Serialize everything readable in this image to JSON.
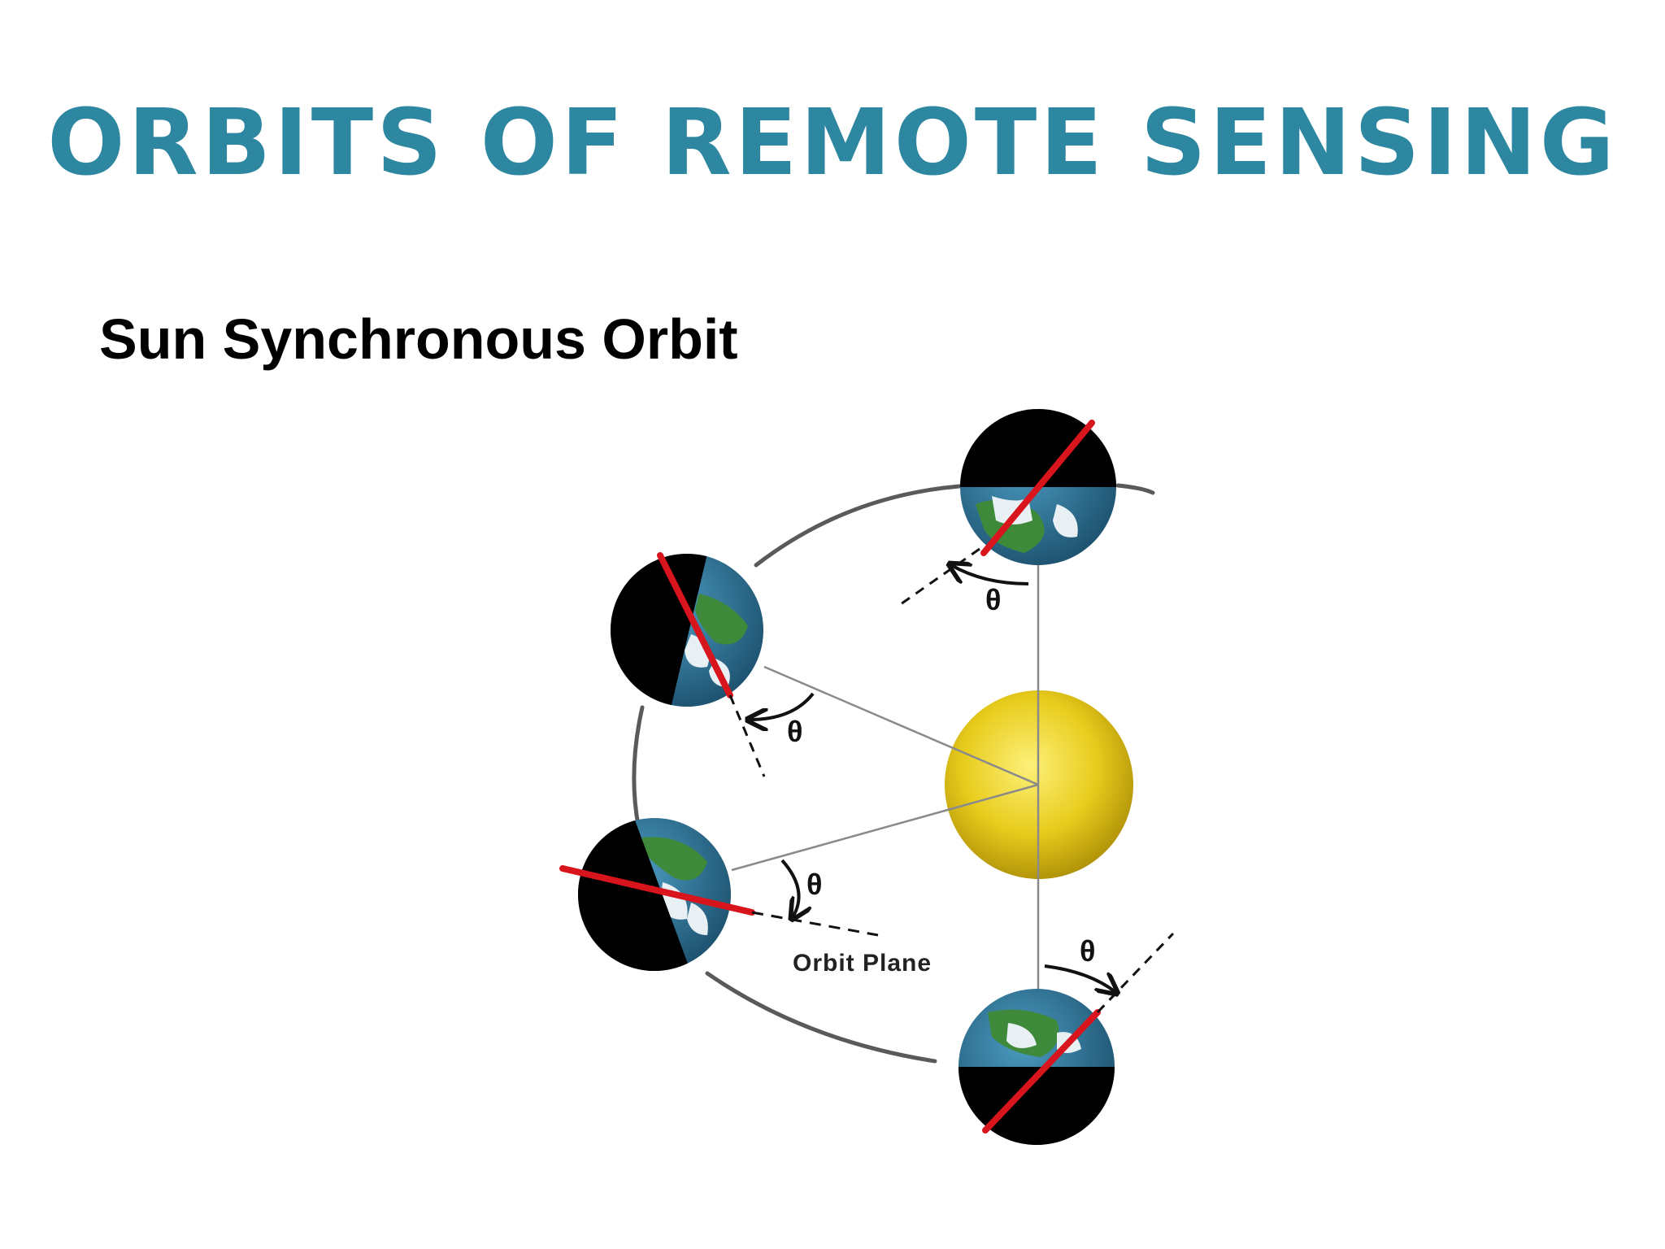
{
  "title": "ORBITS OF REMOTE SENSING",
  "subtitle": "Sun Synchronous Orbit",
  "diagram": {
    "theta_symbol": "θ",
    "orbit_plane_label": "Orbit Plane",
    "colors": {
      "title": "#2e87a0",
      "sun": "#e8cc1c",
      "axis": "#d8141c",
      "ocean": "#2a6e8c",
      "land": "#3f8a3a",
      "night": "#000000",
      "orbit": "#5a5a5a"
    }
  }
}
